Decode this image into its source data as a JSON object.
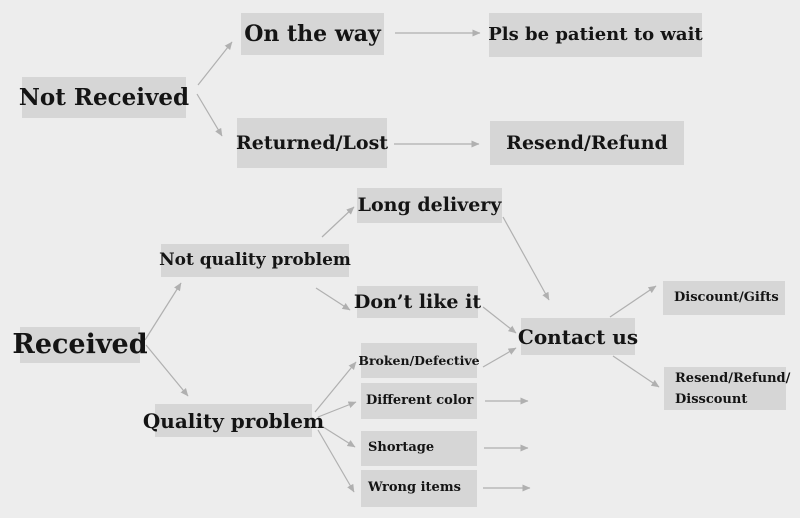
{
  "colors": {
    "background": "#ededed",
    "node_fill": "#d6d6d6",
    "text": "#141414",
    "arrow": "#b0b0b0"
  },
  "diagram": {
    "type": "flowchart",
    "topic": "order delivery / after-sale decision tree",
    "nodes": {
      "not_received": {
        "label": "Not Received"
      },
      "on_the_way": {
        "label": "On the way"
      },
      "pls_be_patient_to_wait": {
        "label": "Pls be patient to wait"
      },
      "returned_lost": {
        "label": "Returned/Lost"
      },
      "resend_refund": {
        "label": "Resend/Refund"
      },
      "received": {
        "label": "Received"
      },
      "not_quality_problem": {
        "label": "Not quality problem"
      },
      "long_delivery": {
        "label": "Long delivery"
      },
      "dont_like_it": {
        "label": "Don’t like it"
      },
      "quality_problem": {
        "label": "Quality problem"
      },
      "broken_defective": {
        "label": "Broken/Defective"
      },
      "different_color": {
        "label": "Different color"
      },
      "shortage": {
        "label": "Shortage"
      },
      "wrong_items": {
        "label": "Wrong items"
      },
      "contact_us": {
        "label": "Contact us"
      },
      "discount_gifts": {
        "label": "Discount/Gifts"
      },
      "resend_refund_disscount": {
        "label_line1": "Resend/Refund/",
        "label_line2": "Disscount"
      }
    },
    "edges": [
      {
        "from": "Not Received",
        "to": "On the way"
      },
      {
        "from": "Not Received",
        "to": "Returned/Lost"
      },
      {
        "from": "On the way",
        "to": "Pls be patient to wait"
      },
      {
        "from": "Returned/Lost",
        "to": "Resend/Refund"
      },
      {
        "from": "Received",
        "to": "Not quality problem"
      },
      {
        "from": "Received",
        "to": "Quality problem"
      },
      {
        "from": "Not quality problem",
        "to": "Long delivery"
      },
      {
        "from": "Not quality problem",
        "to": "Don’t like it"
      },
      {
        "from": "Long delivery",
        "to": "Contact us"
      },
      {
        "from": "Don’t like it",
        "to": "Contact us"
      },
      {
        "from": "Quality problem",
        "to": "Broken/Defective"
      },
      {
        "from": "Quality problem",
        "to": "Different color"
      },
      {
        "from": "Quality problem",
        "to": "Shortage"
      },
      {
        "from": "Quality problem",
        "to": "Wrong items"
      },
      {
        "from": "Broken/Defective",
        "to": "Contact us"
      },
      {
        "from": "Different color",
        "to": "Contact us"
      },
      {
        "from": "Shortage",
        "to": "Contact us"
      },
      {
        "from": "Wrong items",
        "to": "Contact us"
      },
      {
        "from": "Contact us",
        "to": "Discount/Gifts"
      },
      {
        "from": "Contact us",
        "to": "Resend/Refund/Disscount"
      }
    ]
  }
}
